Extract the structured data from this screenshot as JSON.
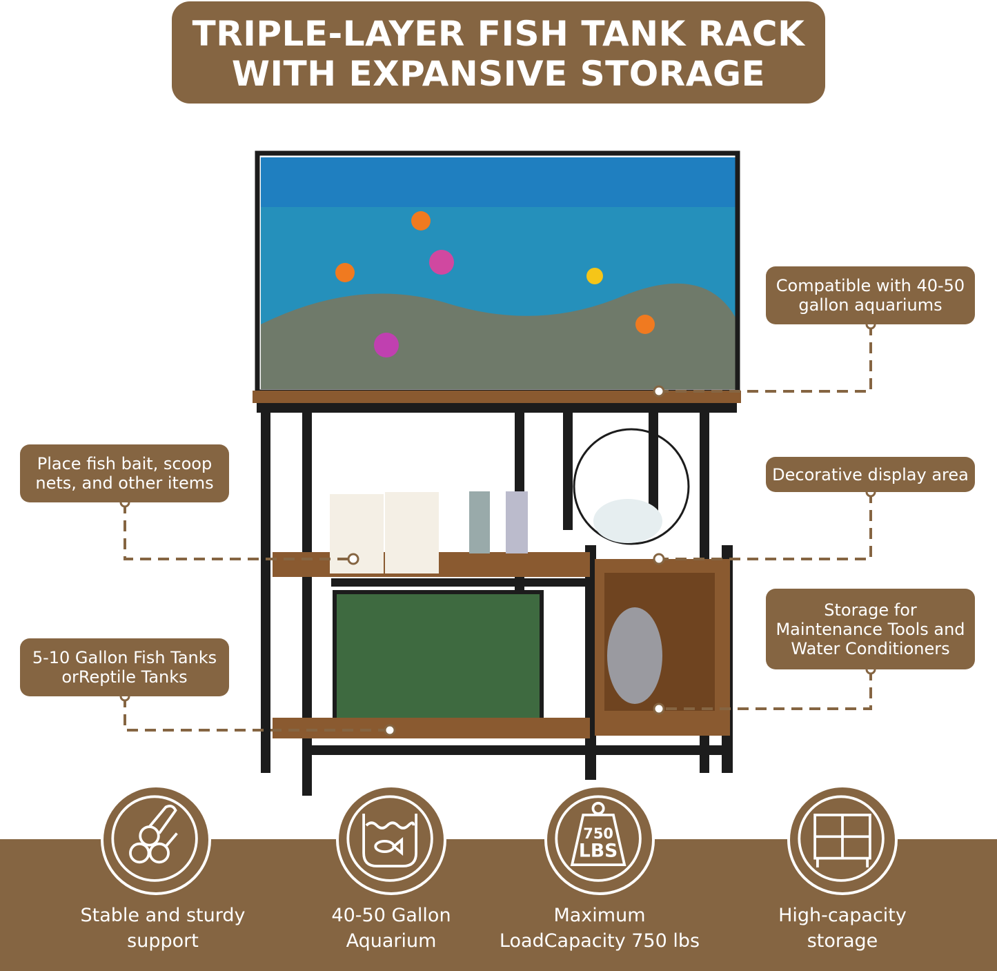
{
  "title": {
    "line1": "TRIPLE-LAYER FISH TANK RACK",
    "line2": "WITH EXPANSIVE STORAGE"
  },
  "callouts": [
    {
      "text": "Compatible with 40-50 gallon aquariums"
    },
    {
      "text": "Place fish bait, scoop nets, and other items"
    },
    {
      "text": "Decorative display area"
    },
    {
      "text": "5-10 Gallon Fish Tanks orReptile Tanks"
    },
    {
      "text": "Storage for Maintenance Tools and Water Conditioners"
    }
  ],
  "features": [
    {
      "icon": "logs-icon",
      "line1": "Stable and sturdy",
      "line2": "support"
    },
    {
      "icon": "fishbowl-icon",
      "line1": "40-50 Gallon",
      "line2": "Aquarium"
    },
    {
      "icon": "weight-icon",
      "line1": "Maximum",
      "line2": "LoadCapacity 750 lbs",
      "weight_label_top": "750",
      "weight_label_bottom": "LBS"
    },
    {
      "icon": "shelf-icon",
      "line1": "High-capacity",
      "line2": "storage"
    }
  ],
  "colors": {
    "brand": "#856542",
    "frame": "#1c1c1c",
    "wood": "#8a5a30",
    "water": "#1f7fc0"
  }
}
